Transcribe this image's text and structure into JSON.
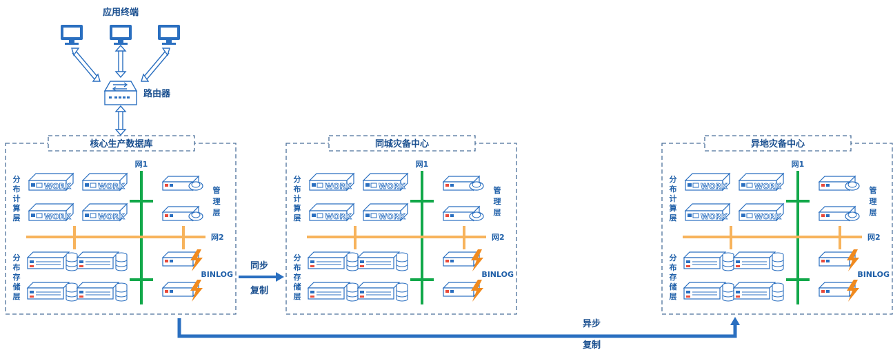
{
  "top": {
    "terminals_label": "应用终端",
    "router_label": "路由器"
  },
  "centers": [
    {
      "title": "核心生产数据库",
      "net1": "网1",
      "net2": "网2",
      "compute_layer": [
        "分",
        "布",
        "计",
        "算",
        "层"
      ],
      "storage_layer": [
        "分",
        "布",
        "存",
        "储",
        "层"
      ],
      "mgmt_layer": [
        "管",
        "理",
        "层"
      ],
      "binlog": "BINLOG"
    },
    {
      "title": "同城灾备中心",
      "net1": "网1",
      "net2": "网2",
      "compute_layer": [
        "分",
        "布",
        "计",
        "算",
        "层"
      ],
      "storage_layer": [
        "分",
        "布",
        "存",
        "储",
        "层"
      ],
      "mgmt_layer": [
        "管",
        "理",
        "层"
      ],
      "binlog": "BINLOG"
    },
    {
      "title": "异地灾备中心",
      "net1": "网1",
      "net2": "网2",
      "compute_layer": [
        "分",
        "布",
        "计",
        "算",
        "层"
      ],
      "storage_layer": [
        "分",
        "布",
        "存",
        "储",
        "层"
      ],
      "mgmt_layer": [
        "管",
        "理",
        "层"
      ],
      "binlog": "BINLOG"
    }
  ],
  "links": {
    "sync_top": "同步",
    "sync_bottom": "复制",
    "async_top": "异步",
    "async_bottom": "复制"
  },
  "colors": {
    "primary": "#2a6fc0",
    "net1": "#12a84a",
    "net2": "#f7b35c",
    "binlog": "#f08a1e",
    "dashed_border": "#4a6f9a"
  }
}
